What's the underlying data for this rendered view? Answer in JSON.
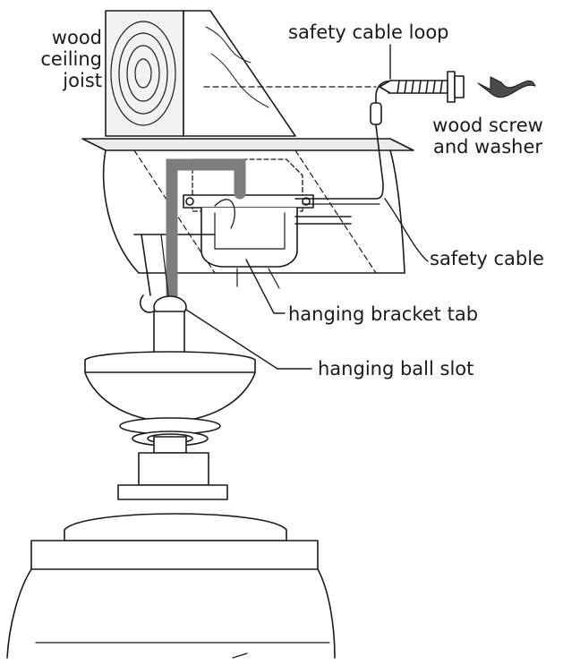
{
  "labels": {
    "wood_ceiling_joist": "wood\nceiling\njoist",
    "safety_cable_loop": "safety cable loop",
    "wood_screw_and_washer": "wood screw\nand washer",
    "safety_cable": "safety cable",
    "hanging_bracket_tab": "hanging bracket tab",
    "hanging_ball_slot": "hanging ball slot"
  },
  "colors": {
    "line": "#1a1a1a",
    "bracket_highlight": "#7d7d7d",
    "wood_fill": "#f2f2f2"
  },
  "icons": [
    "curved-arrow-icon"
  ]
}
